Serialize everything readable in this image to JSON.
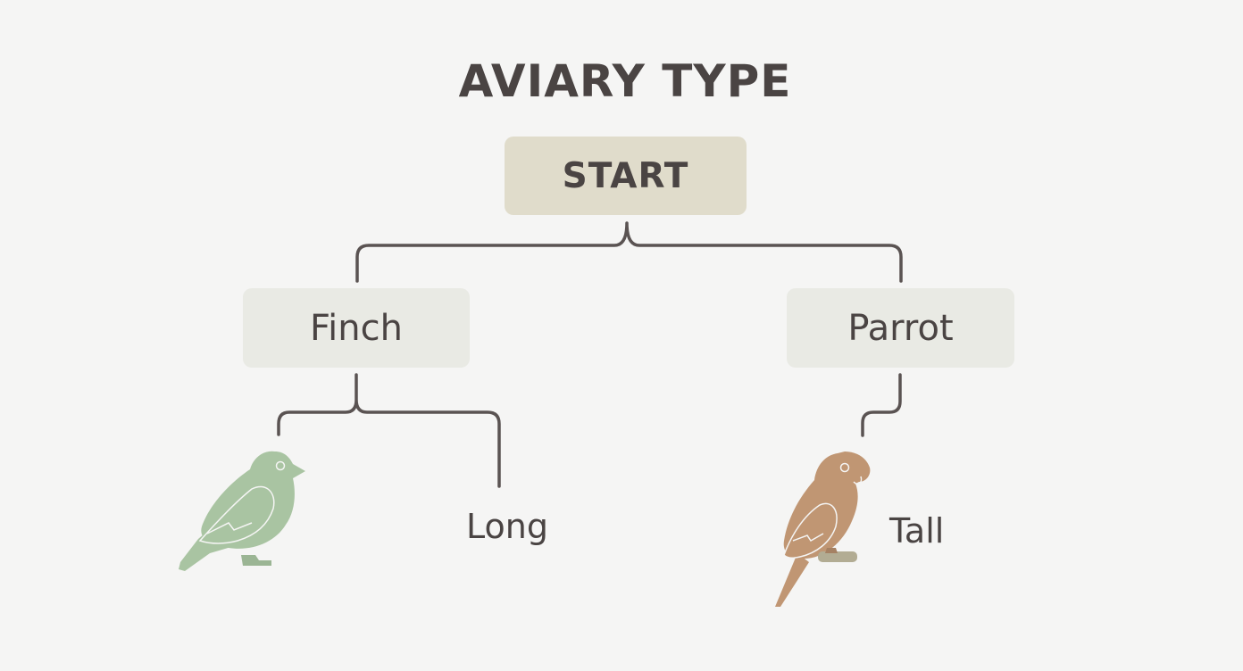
{
  "title": "AVIARY TYPE",
  "nodes": {
    "start": "START",
    "finch": "Finch",
    "parrot": "Parrot"
  },
  "leaves": {
    "long": "Long",
    "tall": "Tall"
  },
  "icons": {
    "finch_bird": "finch-bird-icon",
    "parrot_bird": "parrot-bird-icon"
  },
  "colors": {
    "background": "#f5f5f4",
    "start_node": "#e0dccb",
    "child_node": "#e9eae4",
    "connector": "#5a5352",
    "text": "#4a4443",
    "finch": "#a9c4a2",
    "parrot": "#c09673"
  }
}
